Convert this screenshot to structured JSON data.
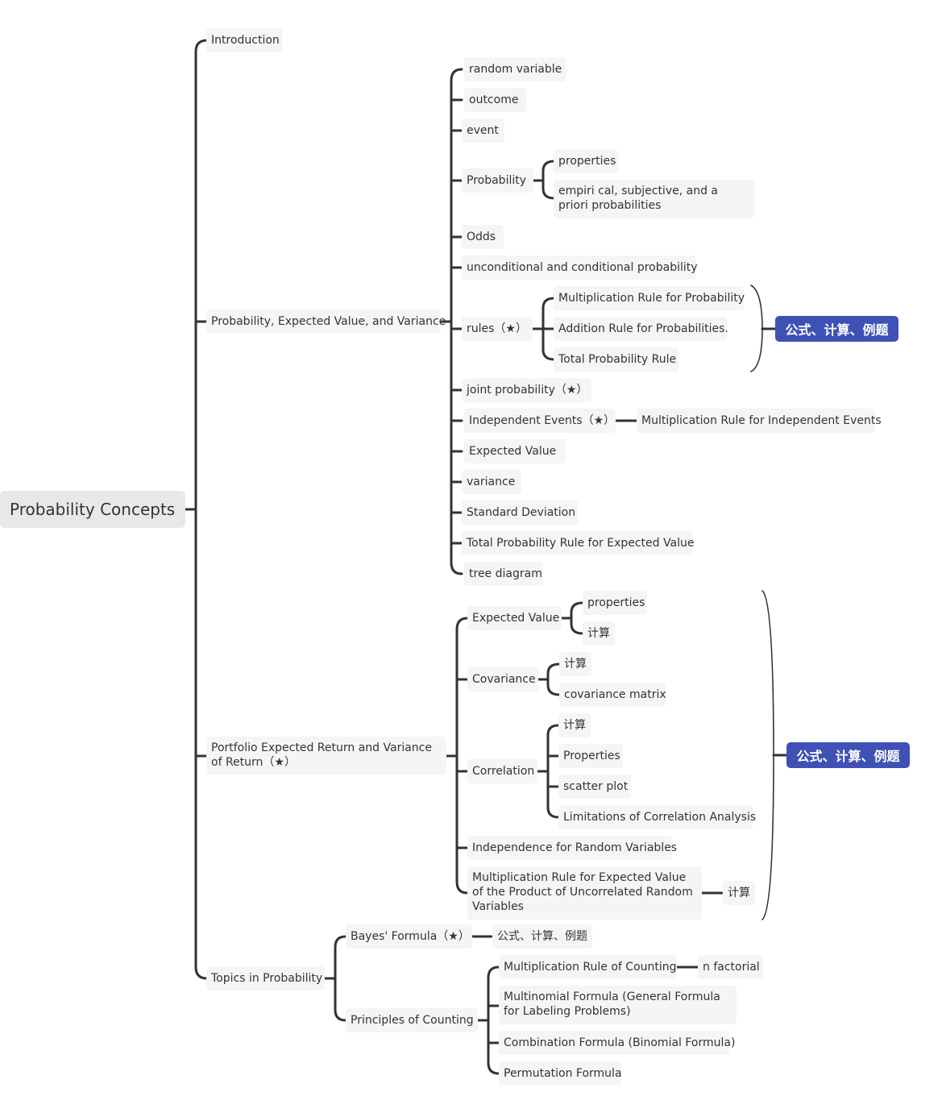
{
  "colors": {
    "tag_bg": "#3f51b5",
    "line": "#333333",
    "node_bg": "#f5f5f5",
    "root_bg": "#e8e8e8"
  },
  "root": "Probability Concepts",
  "n_introduction": "Introduction",
  "n_pev": "Probability, Expected Value, and Variance",
  "n_random_variable": "random variable",
  "n_outcome": "outcome",
  "n_event": "event",
  "n_probability": "Probability",
  "n_prob_properties": "properties",
  "n_prob_types": "empiri cal, subjective, and a priori probabilities",
  "n_odds": "Odds",
  "n_uncond": "unconditional and conditional probability",
  "n_rules": "rules（★）",
  "n_mult_rule": "Multiplication Rule for Probability",
  "n_add_rule": "Addition Rule for Probabilities.",
  "n_total_prob": "Total Probability Rule",
  "tag_rules": "公式、计算、例题",
  "n_joint": "joint probability（★）",
  "n_indep": "Independent Events（★）",
  "n_mult_indep": "Multiplication Rule for Independent Events",
  "n_ev": "Expected Value",
  "n_variance": "variance",
  "n_sd": "Standard Deviation",
  "n_total_ev": "Total Probability Rule for Expected Value",
  "n_tree": "tree diagram",
  "n_portfolio": "Portfolio Expected Return and Variance of Return（★）",
  "n_p_ev": "Expected Value",
  "n_p_ev_props": "properties",
  "n_p_ev_calc": "计算",
  "n_cov": "Covariance",
  "n_cov_calc": "计算",
  "n_cov_matrix": "covariance matrix",
  "n_corr": "Correlation",
  "n_corr_calc": "计算",
  "n_corr_props": "Properties",
  "n_scatter": "scatter plot",
  "n_corr_limits": "Limitations of Correlation Analysis",
  "n_indep_rv": "Independence for Random Variables",
  "n_mult_ev": "Multiplication Rule for Expected Value of the Product of Uncorrelated Random Variables",
  "n_mult_ev_calc": "计算",
  "tag_portfolio": "公式、计算、例题",
  "n_topics": "Topics in Probability",
  "n_bayes": "Bayes' Formula（★）",
  "n_bayes_child": "公式、计算、例题",
  "n_counting": "Principles of Counting",
  "n_mult_count": "Multiplication Rule of Counting",
  "n_factorial": "n factorial",
  "n_multinomial": "Multinomial Formula (General Formula for Labeling Problems)",
  "n_combination": "Combination Formula (Binomial Formula)",
  "n_permutation": "Permutation Formula"
}
